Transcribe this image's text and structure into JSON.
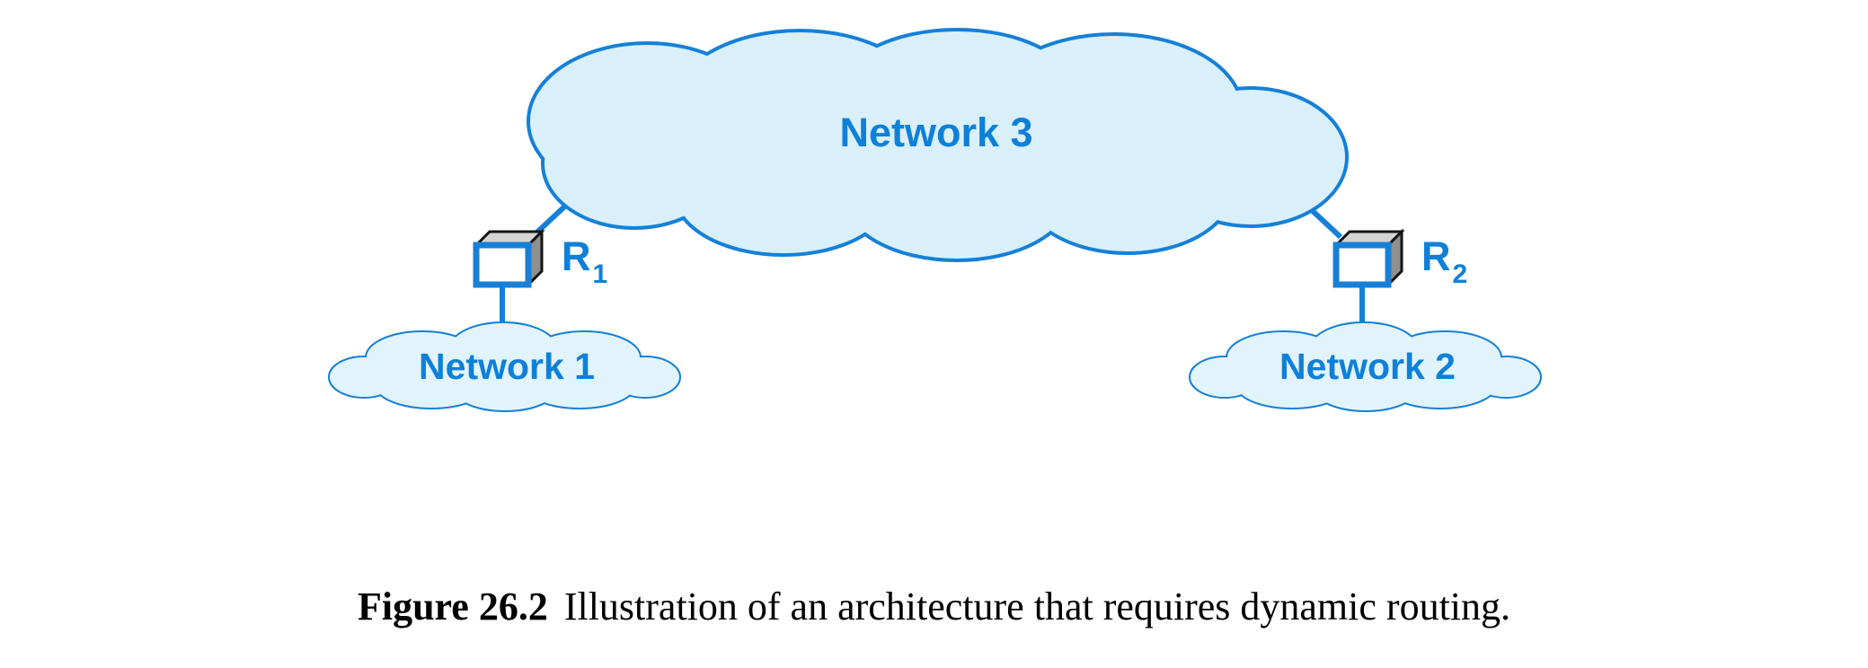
{
  "figure": {
    "caption_label": "Figure 26.2",
    "caption_text": "Illustration of an architecture that requires dynamic routing."
  },
  "diagram": {
    "colors": {
      "outline": "#1680d8",
      "label_text": "#0f80d8",
      "cloud_fill": "#d9f0fa",
      "small_cloud_fill": "#e1f4fb",
      "router_top": "#d4d4d4",
      "router_side": "#8f8f8f",
      "router_edge": "#141414",
      "router_front": "#ffffff",
      "caption_text": "#000000"
    },
    "nodes": {
      "network3": {
        "label": "Network 3",
        "type": "cloud"
      },
      "network1": {
        "label": "Network 1",
        "type": "cloud"
      },
      "network2": {
        "label": "Network 2",
        "type": "cloud"
      },
      "router1": {
        "label": "R",
        "subscript": "1",
        "type": "router"
      },
      "router2": {
        "label": "R",
        "subscript": "2",
        "type": "router"
      }
    },
    "edges": [
      {
        "from": "router1",
        "to": "network3"
      },
      {
        "from": "router1",
        "to": "network1"
      },
      {
        "from": "router2",
        "to": "network3"
      },
      {
        "from": "router2",
        "to": "network2"
      }
    ]
  }
}
